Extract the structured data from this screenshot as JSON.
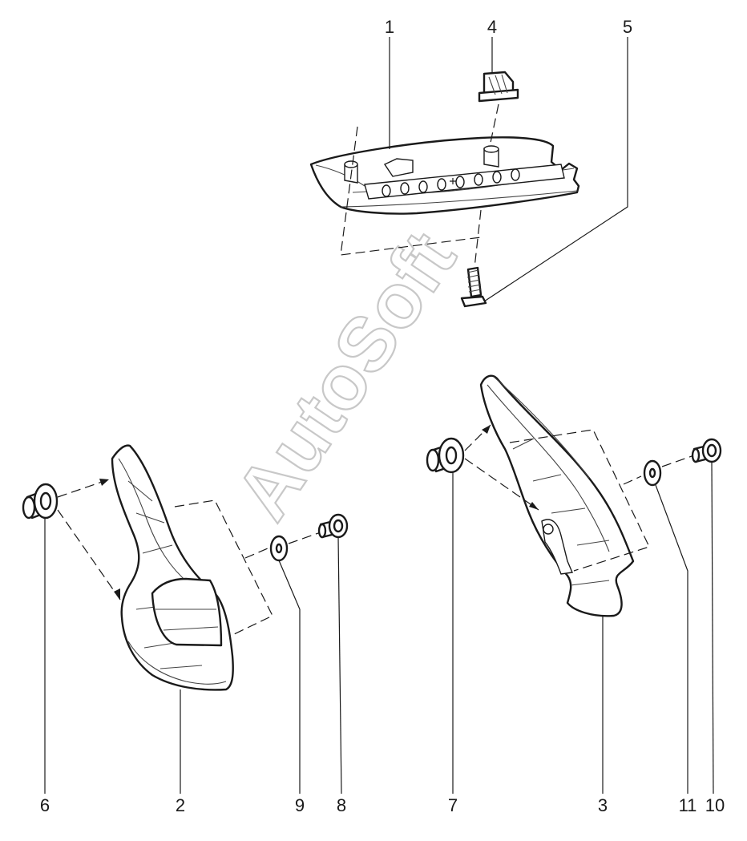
{
  "diagram": {
    "watermark": "AutoSoft",
    "callouts": {
      "c1": "1",
      "c2": "2",
      "c3": "3",
      "c4": "4",
      "c5": "5",
      "c6": "6",
      "c7": "7",
      "c8": "8",
      "c9": "9",
      "c10": "10",
      "c11": "11"
    }
  }
}
